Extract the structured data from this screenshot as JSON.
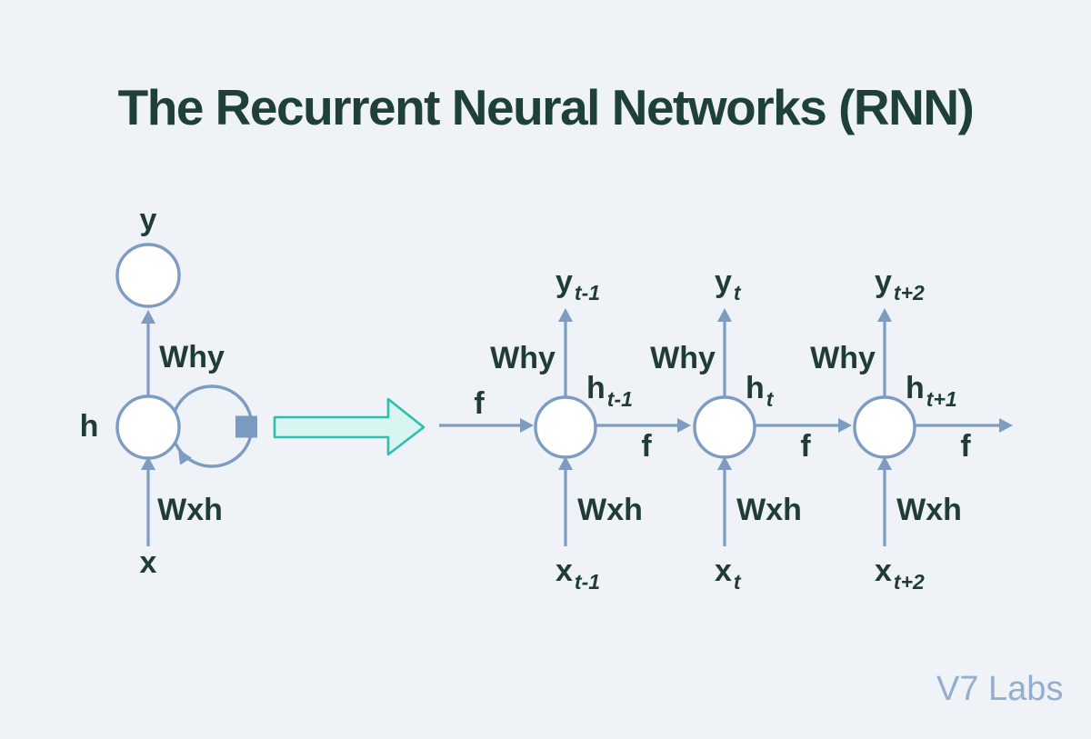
{
  "title": "The Recurrent Neural Networks (RNN)",
  "watermark": "V7 Labs",
  "colors": {
    "background": "#eff2f7",
    "title_text": "#1e4038",
    "label_text": "#1f3d35",
    "line": "#7d9cc2",
    "node_fill": "#ffffff",
    "delay_square": "#7a9ac2",
    "unroll_arrow_fill": "#d8f5f1",
    "unroll_arrow_stroke": "#2dbfad",
    "watermark_text": "#93aece"
  },
  "folded": {
    "output_label": "y",
    "hidden_label": "h",
    "input_label": "x",
    "why_weight": "Why",
    "wxh_weight": "Wxh"
  },
  "unrolled": {
    "input_f": "f",
    "nodes": [
      {
        "y_base": "y",
        "y_sub": "t-1",
        "h_base": "h",
        "h_sub": "t-1",
        "x_base": "x",
        "x_sub": "t-1",
        "why": "Why",
        "wxh": "Wxh",
        "f": "f"
      },
      {
        "y_base": "y",
        "y_sub": "t",
        "h_base": "h",
        "h_sub": "t",
        "x_base": "x",
        "x_sub": "t",
        "why": "Why",
        "wxh": "Wxh",
        "f": "f"
      },
      {
        "y_base": "y",
        "y_sub": "t+2",
        "h_base": "h",
        "h_sub": "t+1",
        "x_base": "x",
        "x_sub": "t+2",
        "why": "Why",
        "wxh": "Wxh",
        "f": "f"
      }
    ]
  }
}
